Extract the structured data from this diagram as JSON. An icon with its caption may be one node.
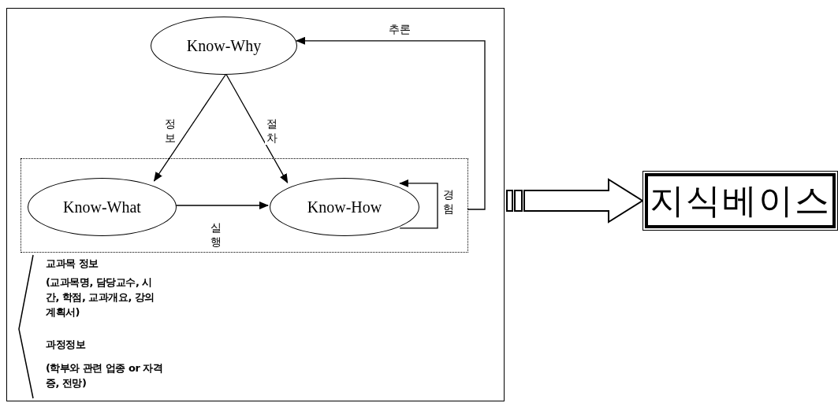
{
  "diagram": {
    "nodes": [
      {
        "text": [],
        "shape": "box"
      },
      {
        "text": [
          "Know-Why"
        ],
        "in": 0
      },
      {
        "text": [],
        "shape": "box",
        "in": 0
      },
      {
        "text": [
          "Know-What"
        ],
        "in": 2
      },
      {
        "text": [
          "Know-How"
        ],
        "in": 2
      },
      {
        "text": [
          "지식베이스"
        ]
      }
    ],
    "edges": [
      {
        "from": 1,
        "to": 3,
        "arrow": "to",
        "label": "정보"
      },
      {
        "from": 1,
        "to": 4,
        "arrow": "to",
        "label": "절차"
      },
      {
        "from": 3,
        "to": 4,
        "arrow": "to",
        "label": "실행"
      },
      {
        "from": 4,
        "to": 4,
        "arrow": "to",
        "label": "경험"
      },
      {
        "from": 2,
        "to": 1,
        "arrow": "to",
        "label": "추론"
      },
      {
        "from": 0,
        "to": 5,
        "arrow": "to",
        "style": "thick"
      }
    ],
    "labels": [
      "교과목 정보",
      "(교과목명, 담당교수, 시간, 학점, 교과개요, 강의계획서)",
      "과정정보",
      "(학부와 관련 업종 or 자격증, 전망)"
    ]
  }
}
